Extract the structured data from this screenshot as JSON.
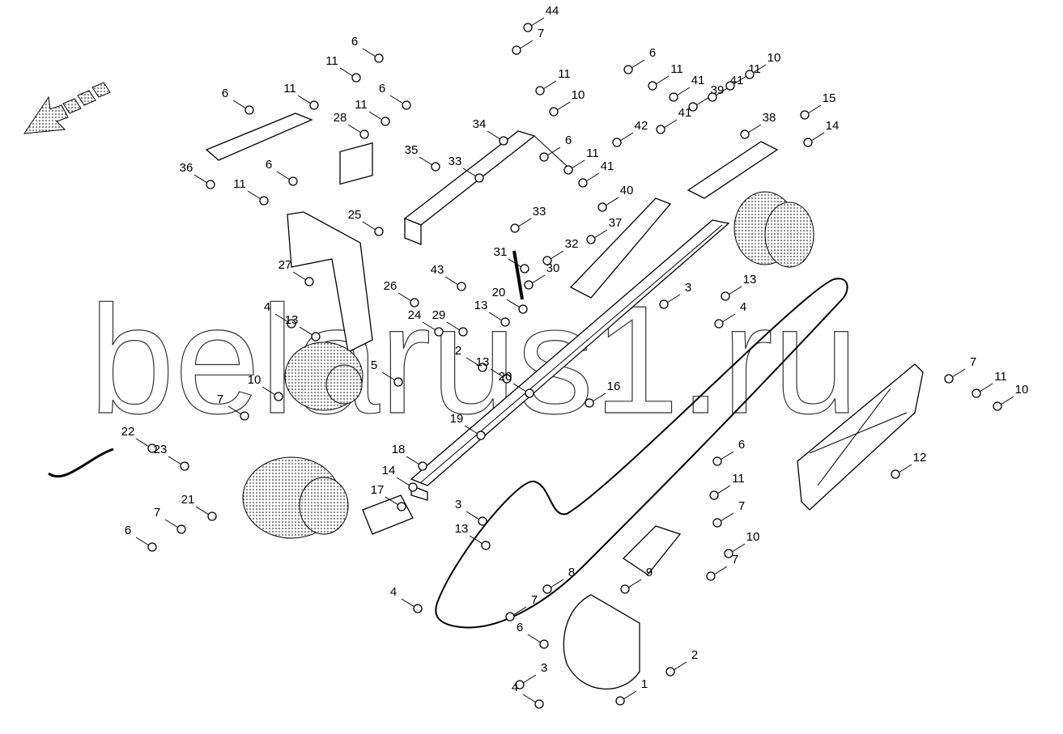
{
  "watermark": "belarus1.ru",
  "callouts": [
    "44",
    "7",
    "11",
    "10",
    "6",
    "11",
    "6",
    "11",
    "6",
    "11",
    "28",
    "34",
    "35",
    "33",
    "36",
    "11",
    "6",
    "25",
    "33",
    "32",
    "31",
    "27",
    "26",
    "43",
    "30",
    "20",
    "13",
    "29",
    "4",
    "13",
    "24",
    "5",
    "2",
    "13",
    "20",
    "16",
    "10",
    "7",
    "19",
    "22",
    "23",
    "18",
    "14",
    "21",
    "7",
    "6",
    "17",
    "3",
    "13",
    "4",
    "8",
    "9",
    "7",
    "10",
    "7",
    "6",
    "3",
    "4",
    "1",
    "2",
    "6",
    "11",
    "41",
    "39",
    "41",
    "11",
    "10",
    "41",
    "42",
    "38",
    "15",
    "14",
    "6",
    "11",
    "41",
    "40",
    "37",
    "3",
    "13",
    "4",
    "7",
    "11",
    "10",
    "6",
    "11",
    "7",
    "12"
  ]
}
